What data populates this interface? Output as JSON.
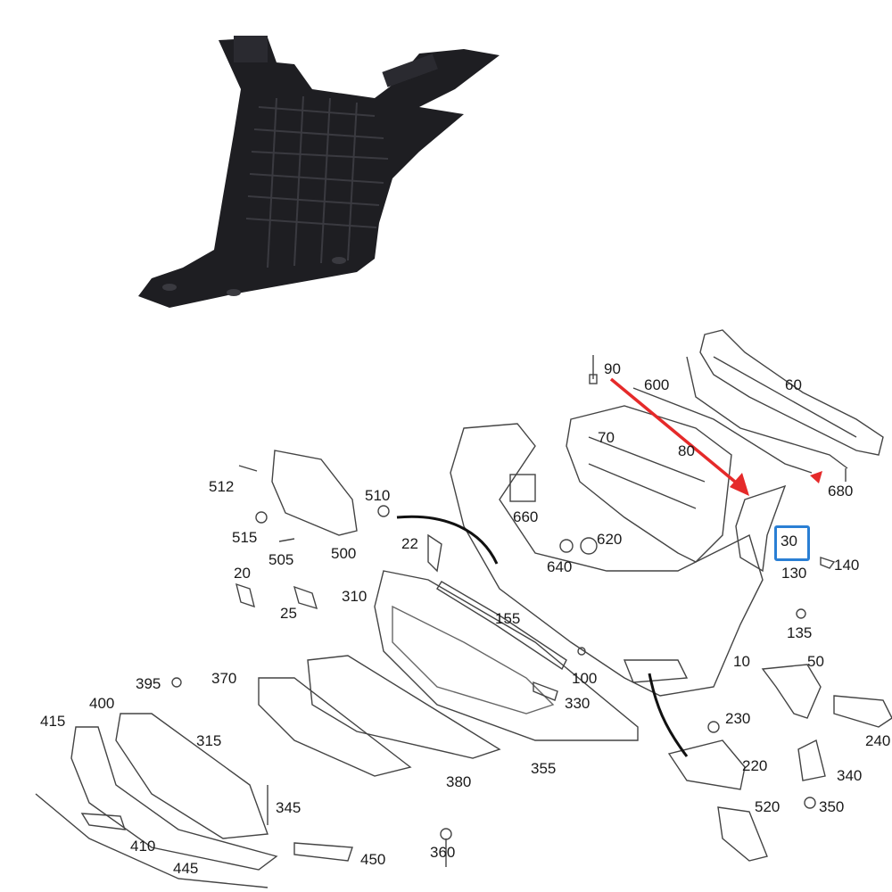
{
  "labels": [
    "90",
    "600",
    "60",
    "70",
    "80",
    "680",
    "512",
    "510",
    "660",
    "620",
    "640",
    "30",
    "130",
    "140",
    "515",
    "505",
    "500",
    "22",
    "20",
    "310",
    "25",
    "155",
    "135",
    "100",
    "330",
    "10",
    "50",
    "395",
    "370",
    "400",
    "415",
    "315",
    "230",
    "220",
    "240",
    "340",
    "345",
    "380",
    "355",
    "520",
    "350",
    "360",
    "410",
    "450",
    "445"
  ],
  "highlighted_part": "30",
  "colors": {
    "arrow": "#e52a2a",
    "highlight": "#2a7fd4",
    "part_dark": "#1e1e22",
    "line": "#444444"
  }
}
